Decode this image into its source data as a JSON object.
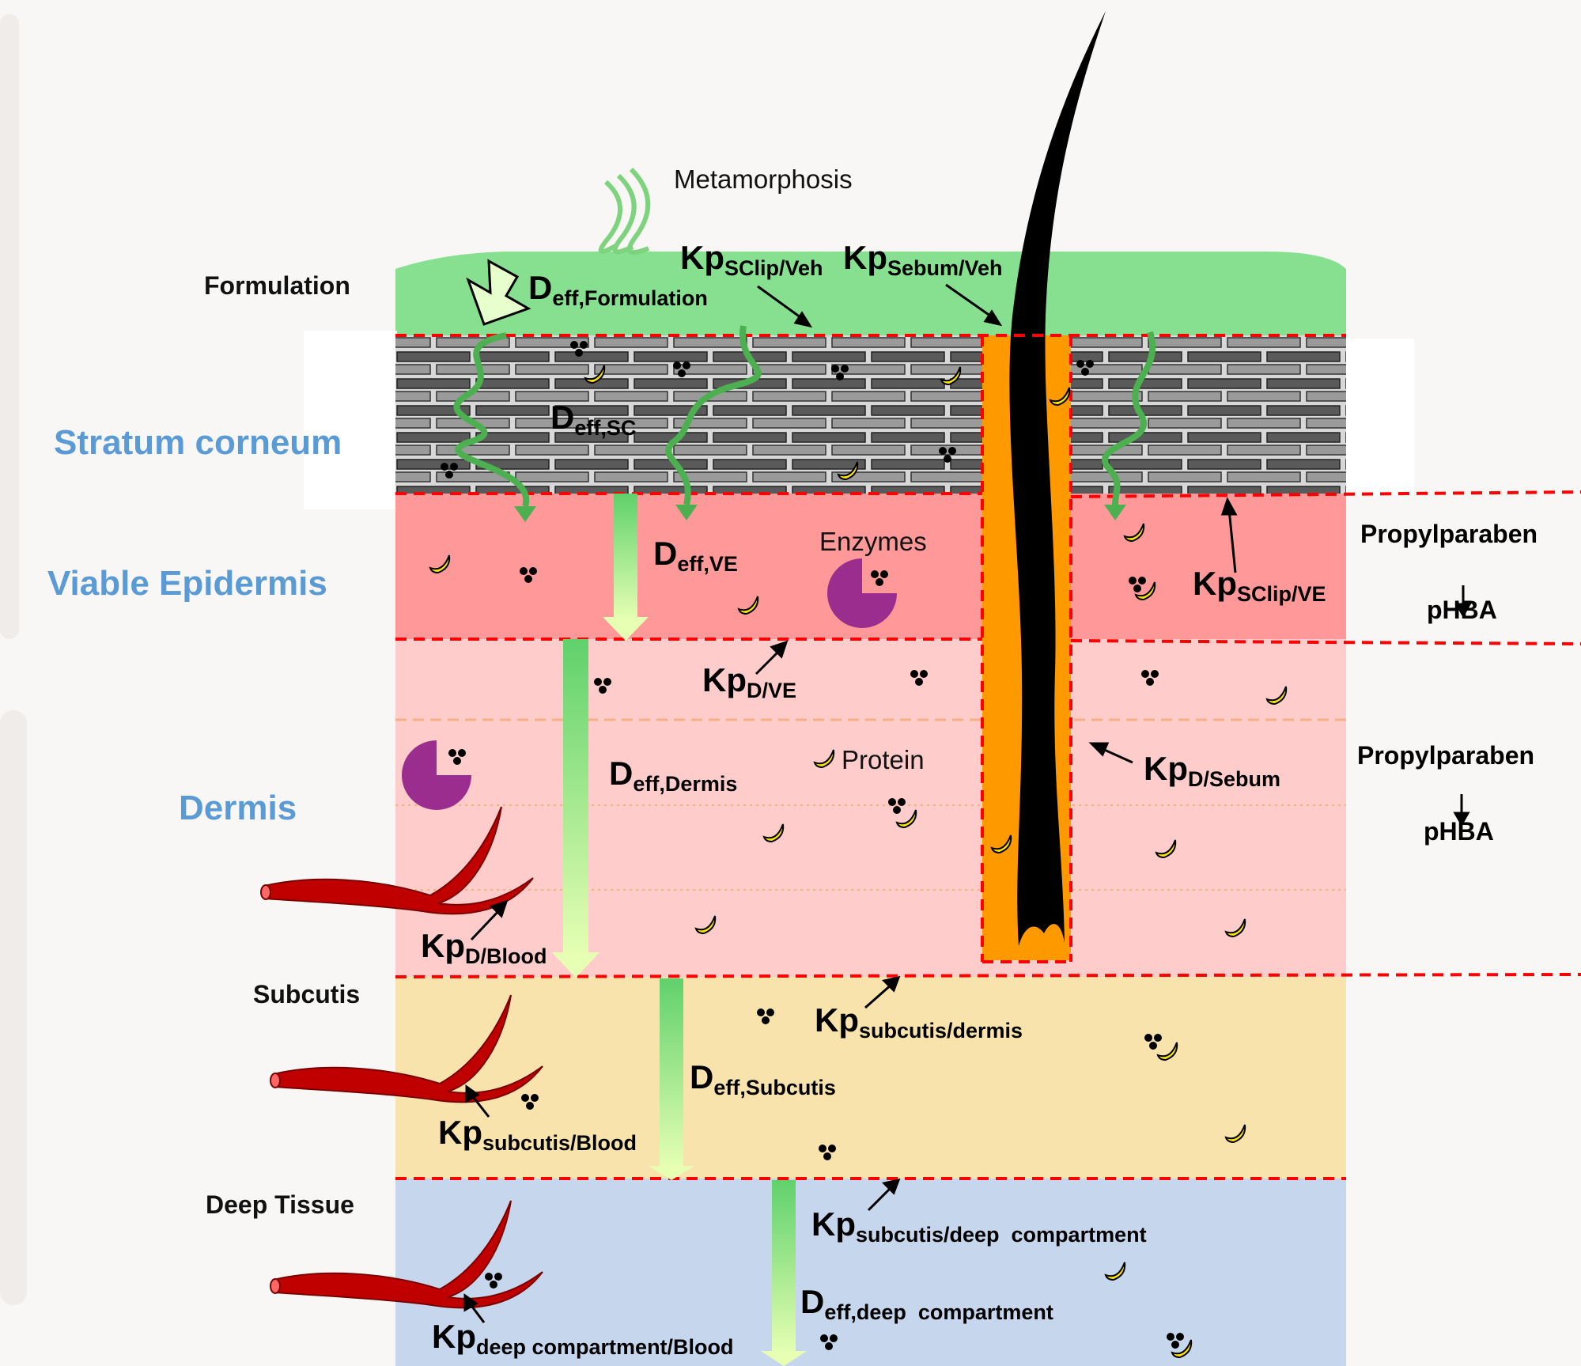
{
  "layers": {
    "formulation": "Formulation",
    "stratum_corneum": "Stratum corneum",
    "viable_epidermis": "Viable Epidermis",
    "dermis": "Dermis",
    "subcutis": "Subcutis",
    "deep_tissue": "Deep Tissue"
  },
  "process": {
    "metamorphosis": "Metamorphosis",
    "enzymes": "Enzymes",
    "protein": "Protein"
  },
  "metabolism": [
    {
      "parent": "Propylparaben",
      "product": "pHBA"
    },
    {
      "parent": "Propylparaben",
      "product": "pHBA"
    }
  ],
  "parameters": {
    "deff_formulation": {
      "main": "D",
      "sub": "eff,Formulation"
    },
    "kp_sclip_veh": {
      "main": "Kp",
      "sub": "SClip/Veh"
    },
    "kp_sebum_veh": {
      "main": "Kp",
      "sub": "Sebum/Veh"
    },
    "deff_sc": {
      "main": "D",
      "sub": "eff,SC"
    },
    "deff_ve": {
      "main": "D",
      "sub": "eff,VE"
    },
    "kp_sclip_ve": {
      "main": "Kp",
      "sub": "SClip/VE"
    },
    "kp_d_ve": {
      "main": "Kp",
      "sub": "D/VE"
    },
    "deff_dermis": {
      "main": "D",
      "sub": "eff,Dermis"
    },
    "kp_d_sebum": {
      "main": "Kp",
      "sub": "D/Sebum"
    },
    "kp_d_blood": {
      "main": "Kp",
      "sub": "D/Blood"
    },
    "kp_subcutis_dermis": {
      "main": "Kp",
      "sub": "subcutis/dermis"
    },
    "deff_subcutis": {
      "main": "D",
      "sub": "eff,Subcutis"
    },
    "kp_subcutis_blood": {
      "main": "Kp",
      "sub": "subcutis/Blood"
    },
    "kp_subcutis_deep": {
      "main": "Kp",
      "sub": "subcutis/deep  compartment"
    },
    "deff_deep": {
      "main": "D",
      "sub": "eff,deep  compartment"
    },
    "kp_deep_blood": {
      "main": "Kp",
      "sub": "deep compartment/Blood"
    }
  },
  "colors": {
    "formulation": "#86e08f",
    "stratum_corneum": "#808080",
    "viable_epidermis": "#ff9999",
    "dermis": "#ffcccc",
    "subcutis": "#f9e3ad",
    "deep_tissue": "#c6d6ec",
    "hair_follicle": "#ff9900",
    "boundary": "#ff0000",
    "diffusion_arrow": "#5fd16b",
    "layer_title": "#5b9bd5",
    "enzyme": "#9b2d8f",
    "vessel": "#c00000"
  },
  "icons": [
    "wave-icon",
    "hollow-arrow-icon",
    "molecule-icon",
    "banana-icon",
    "enzyme-icon",
    "blood-vessel-icon",
    "hair-icon"
  ]
}
